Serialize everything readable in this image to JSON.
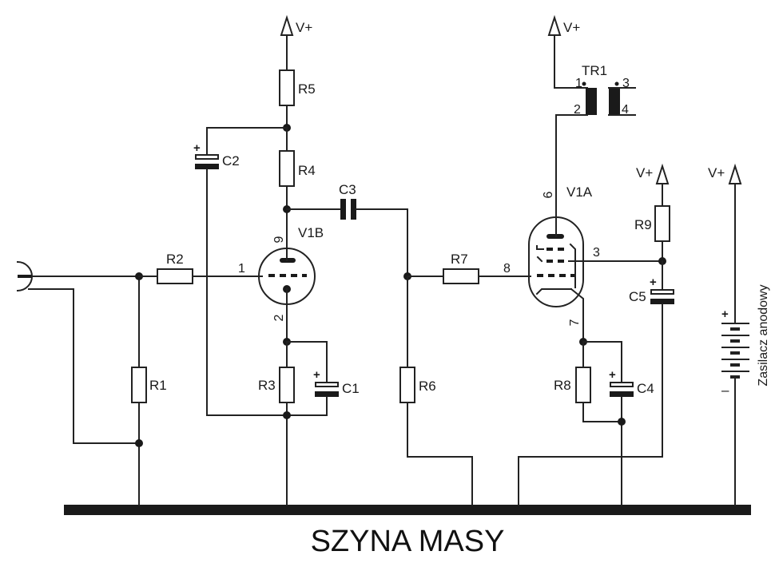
{
  "title": "SZYNA MASY",
  "power_supply_label": "Zasilacz anodowy",
  "supply_symbol": "V+",
  "polarity": {
    "plus": "+",
    "minus": "–"
  },
  "components": {
    "resistors": [
      "R1",
      "R2",
      "R3",
      "R4",
      "R5",
      "R6",
      "R7",
      "R8",
      "R9"
    ],
    "capacitors": [
      "C1",
      "C2",
      "C3",
      "C4",
      "C5"
    ],
    "tubes": [
      "V1B",
      "V1A"
    ],
    "transformer": "TR1"
  },
  "labels": {
    "R1": "R1",
    "R2": "R2",
    "R3": "R3",
    "R4": "R4",
    "R5": "R5",
    "R6": "R6",
    "R7": "R7",
    "R8": "R8",
    "R9": "R9",
    "C1": "C1",
    "C2": "C2",
    "C3": "C3",
    "C4": "C4",
    "C5": "C5",
    "V1B": "V1B",
    "V1A": "V1A",
    "TR1": "TR1"
  },
  "pins": {
    "v1b_grid": "1",
    "v1b_cathode": "2",
    "v1b_anode": "9",
    "v1a_anode": "6",
    "v1a_cathode": "7",
    "v1a_grid": "8",
    "v1a_screen": "3",
    "tr1_1": "1",
    "tr1_2": "2",
    "tr1_3": "3",
    "tr1_4": "4"
  }
}
